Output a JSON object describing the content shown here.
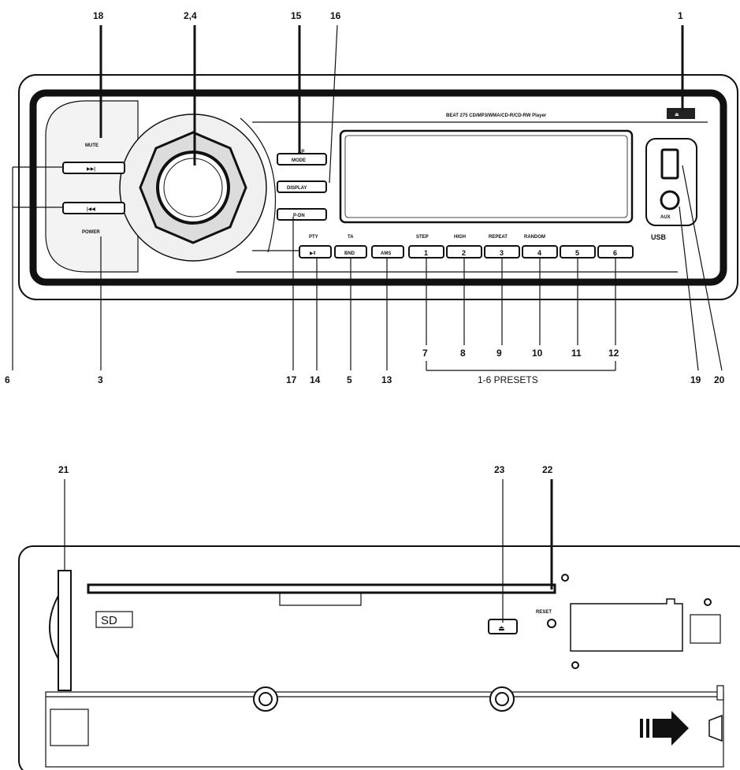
{
  "front_panel": {
    "model_text": "BEAT 275 CD/MP3/WMA/CD-R/CD-RW Player",
    "labels": {
      "mute": "MUTE",
      "power": "POWER",
      "ap": "AP",
      "mode": "MODE",
      "display": "DISPLAY",
      "pdn": "P-DN",
      "pty": "PTY",
      "ta": "TA",
      "band": "BND",
      "ams": "AMS",
      "step": "STEP",
      "high": "HIGH",
      "repeat": "REPEAT",
      "random": "RANDOM",
      "aux": "AUX",
      "usb_logo": "USB"
    },
    "preset_buttons": [
      "1",
      "2",
      "3",
      "4",
      "5",
      "6"
    ],
    "callouts_top": [
      "18",
      "2,4",
      "15",
      "16",
      "1"
    ],
    "callouts_bottom": [
      "6",
      "3",
      "17",
      "14",
      "5",
      "13",
      "7",
      "8",
      "9",
      "10",
      "11",
      "12",
      "19",
      "20"
    ],
    "presets_caption": "1-6 PRESETS"
  },
  "rear_panel": {
    "sd_label": "SD",
    "reset_label": "RESET",
    "callouts": [
      "21",
      "23",
      "22"
    ]
  },
  "icons": [
    "play-pause-icon",
    "eject-icon",
    "arrow-right-icon",
    "usb-icon",
    "skip-next-icon",
    "skip-prev-icon"
  ]
}
